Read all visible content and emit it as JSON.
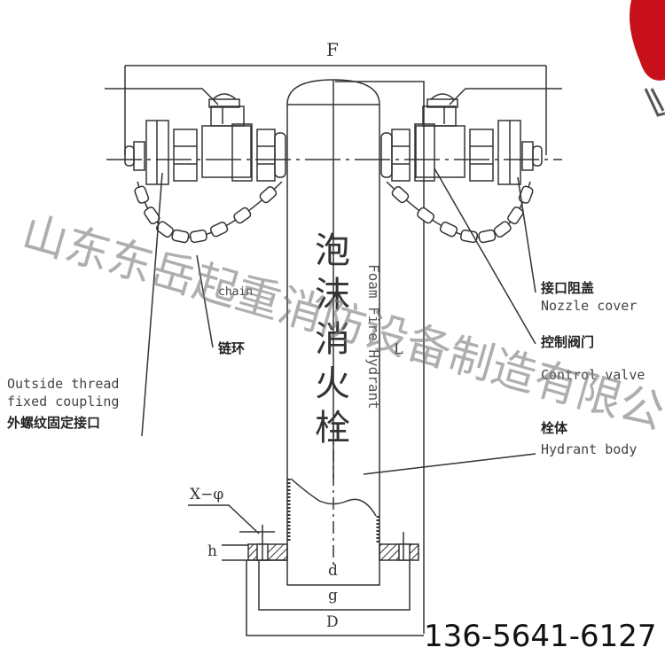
{
  "title_cn": "泡沫消火栓",
  "title_en": "Foam Fire Hydrant",
  "dimensions": {
    "F": "F",
    "L": "L",
    "d": "d",
    "g": "g",
    "D": "D",
    "h": "h",
    "x_phi": "X−φ"
  },
  "labels": {
    "chain_cn": "链环",
    "chain_en": "chain",
    "coupling_en_1": "Outside thread",
    "coupling_en_2": "fixed coupling",
    "coupling_cn": "外螺纹固定接口",
    "nozzle_cover_cn": "接口阻盖",
    "nozzle_cover_en": "Nozzle cover",
    "control_valve_cn": "控制阀门",
    "control_valve_en": "Control valve",
    "hydrant_body_cn": "栓体",
    "hydrant_body_en": "Hydrant body"
  },
  "watermark": "山东东岳起重消防设备制造有限公司",
  "phone": "136-5641-6127",
  "colors": {
    "line": "#333333",
    "accent_red": "#c8101a"
  }
}
